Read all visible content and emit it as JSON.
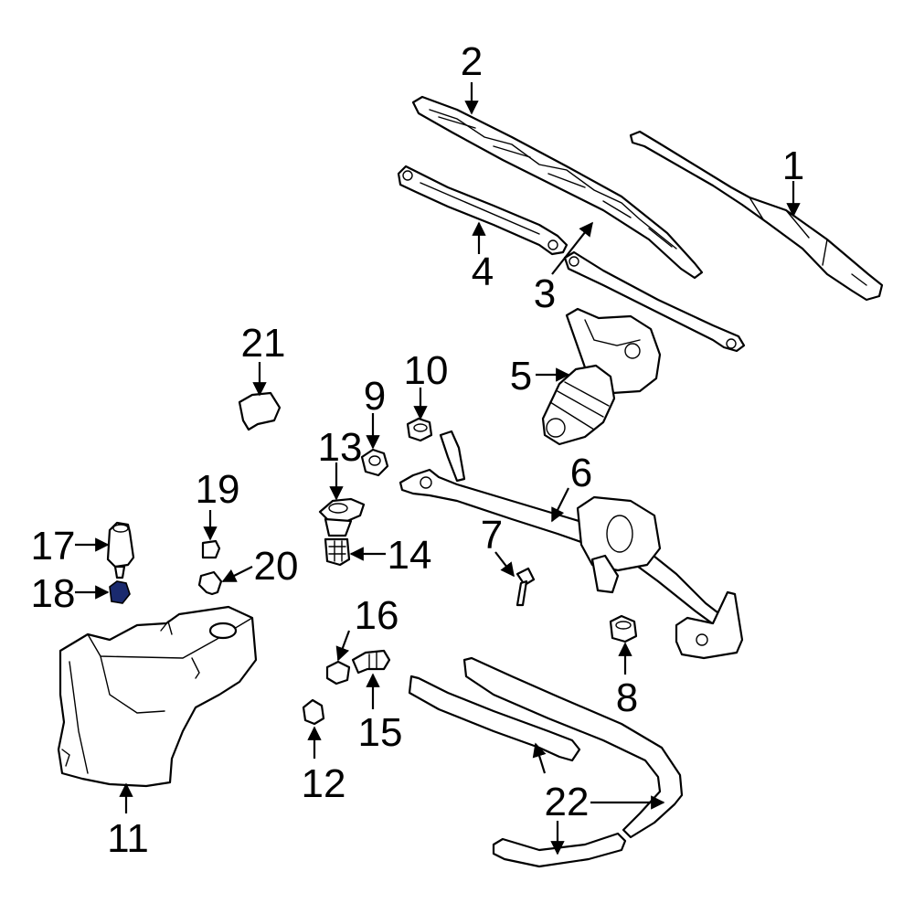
{
  "diagram": {
    "callouts": [
      {
        "id": "1",
        "label": "1"
      },
      {
        "id": "2",
        "label": "2"
      },
      {
        "id": "3",
        "label": "3"
      },
      {
        "id": "4",
        "label": "4"
      },
      {
        "id": "5",
        "label": "5"
      },
      {
        "id": "6",
        "label": "6"
      },
      {
        "id": "7",
        "label": "7"
      },
      {
        "id": "8",
        "label": "8"
      },
      {
        "id": "9",
        "label": "9"
      },
      {
        "id": "10",
        "label": "10"
      },
      {
        "id": "11",
        "label": "11"
      },
      {
        "id": "12",
        "label": "12"
      },
      {
        "id": "13",
        "label": "13"
      },
      {
        "id": "14",
        "label": "14"
      },
      {
        "id": "15",
        "label": "15"
      },
      {
        "id": "16",
        "label": "16"
      },
      {
        "id": "17",
        "label": "17"
      },
      {
        "id": "18",
        "label": "18"
      },
      {
        "id": "19",
        "label": "19"
      },
      {
        "id": "20",
        "label": "20"
      },
      {
        "id": "21",
        "label": "21"
      },
      {
        "id": "22",
        "label": "22"
      }
    ],
    "highlighted_part": "18",
    "colors": {
      "line": "#000000",
      "background": "#ffffff",
      "highlight": "#1a2a6e"
    }
  }
}
